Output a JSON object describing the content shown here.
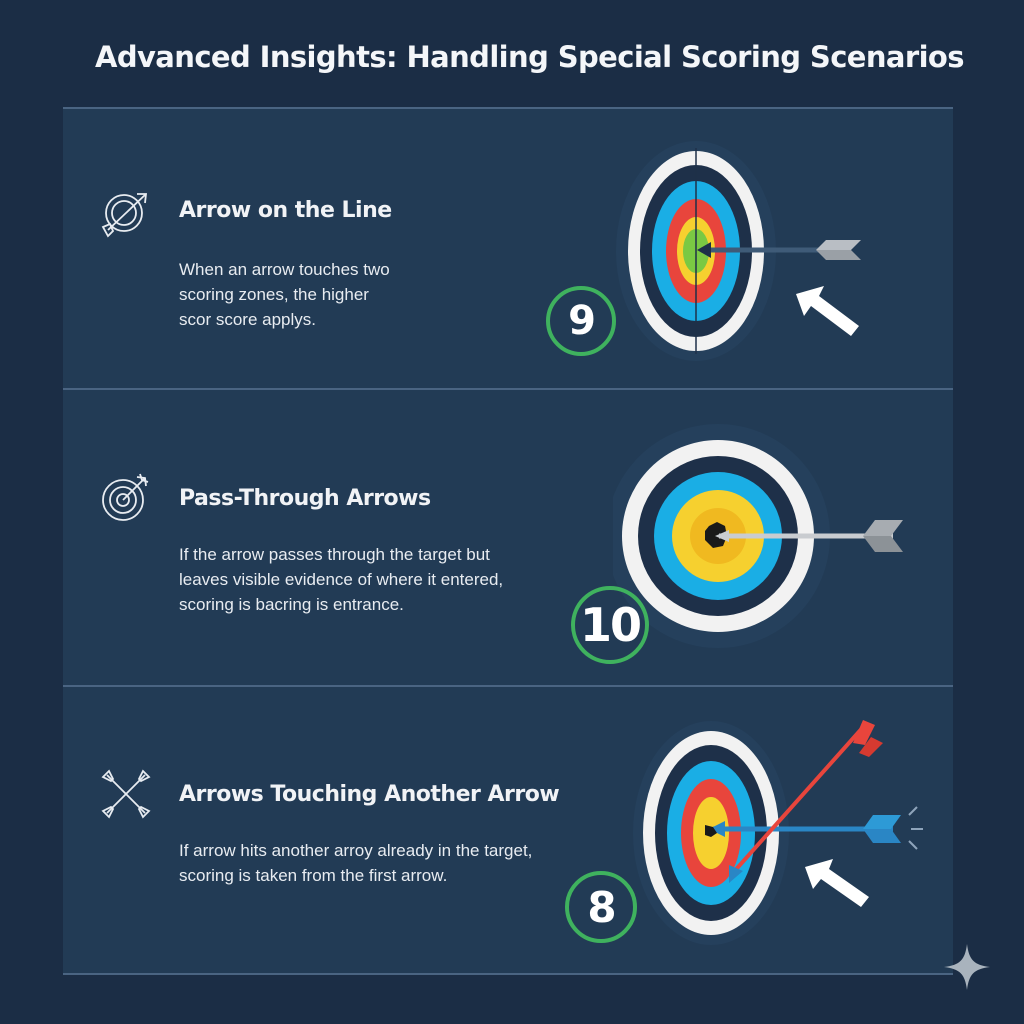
{
  "header": {
    "title": "Advanced Insights: Handling Special Scoring Scenarios"
  },
  "colors": {
    "background": "#1b2d45",
    "panel": "#223b55",
    "divider": "#4a6482",
    "badge_ring": "#3fb25e",
    "target_white": "#f2f2f2",
    "target_dark": "#1e3049",
    "target_blue": "#1aaee5",
    "target_red": "#e8453c",
    "target_yellow": "#f6d02f",
    "target_green": "#7ac943"
  },
  "scenarios": [
    {
      "icon": "target-arrow-icon",
      "heading": "Arrow on the Line",
      "description_lines": [
        "When an arrow touches two",
        "scoring zones, the higher",
        "scor score applys."
      ],
      "score": "9",
      "illustration": "arrow-on-line-target"
    },
    {
      "icon": "bullseye-arrow-icon",
      "heading": "Pass-Through Arrows",
      "description_lines": [
        "If the arrow passes through the target but",
        "leaves visible evidence of where it entered,",
        "scoring is bacring is entrance."
      ],
      "score": "10",
      "illustration": "pass-through-target"
    },
    {
      "icon": "crossed-arrows-icon",
      "heading": "Arrows Touching Another Arrow",
      "description_lines": [
        "If arrow hits another arroy already in the target,",
        "scoring is taken from the first arrow."
      ],
      "score": "8",
      "illustration": "arrow-touching-arrow-target"
    }
  ]
}
